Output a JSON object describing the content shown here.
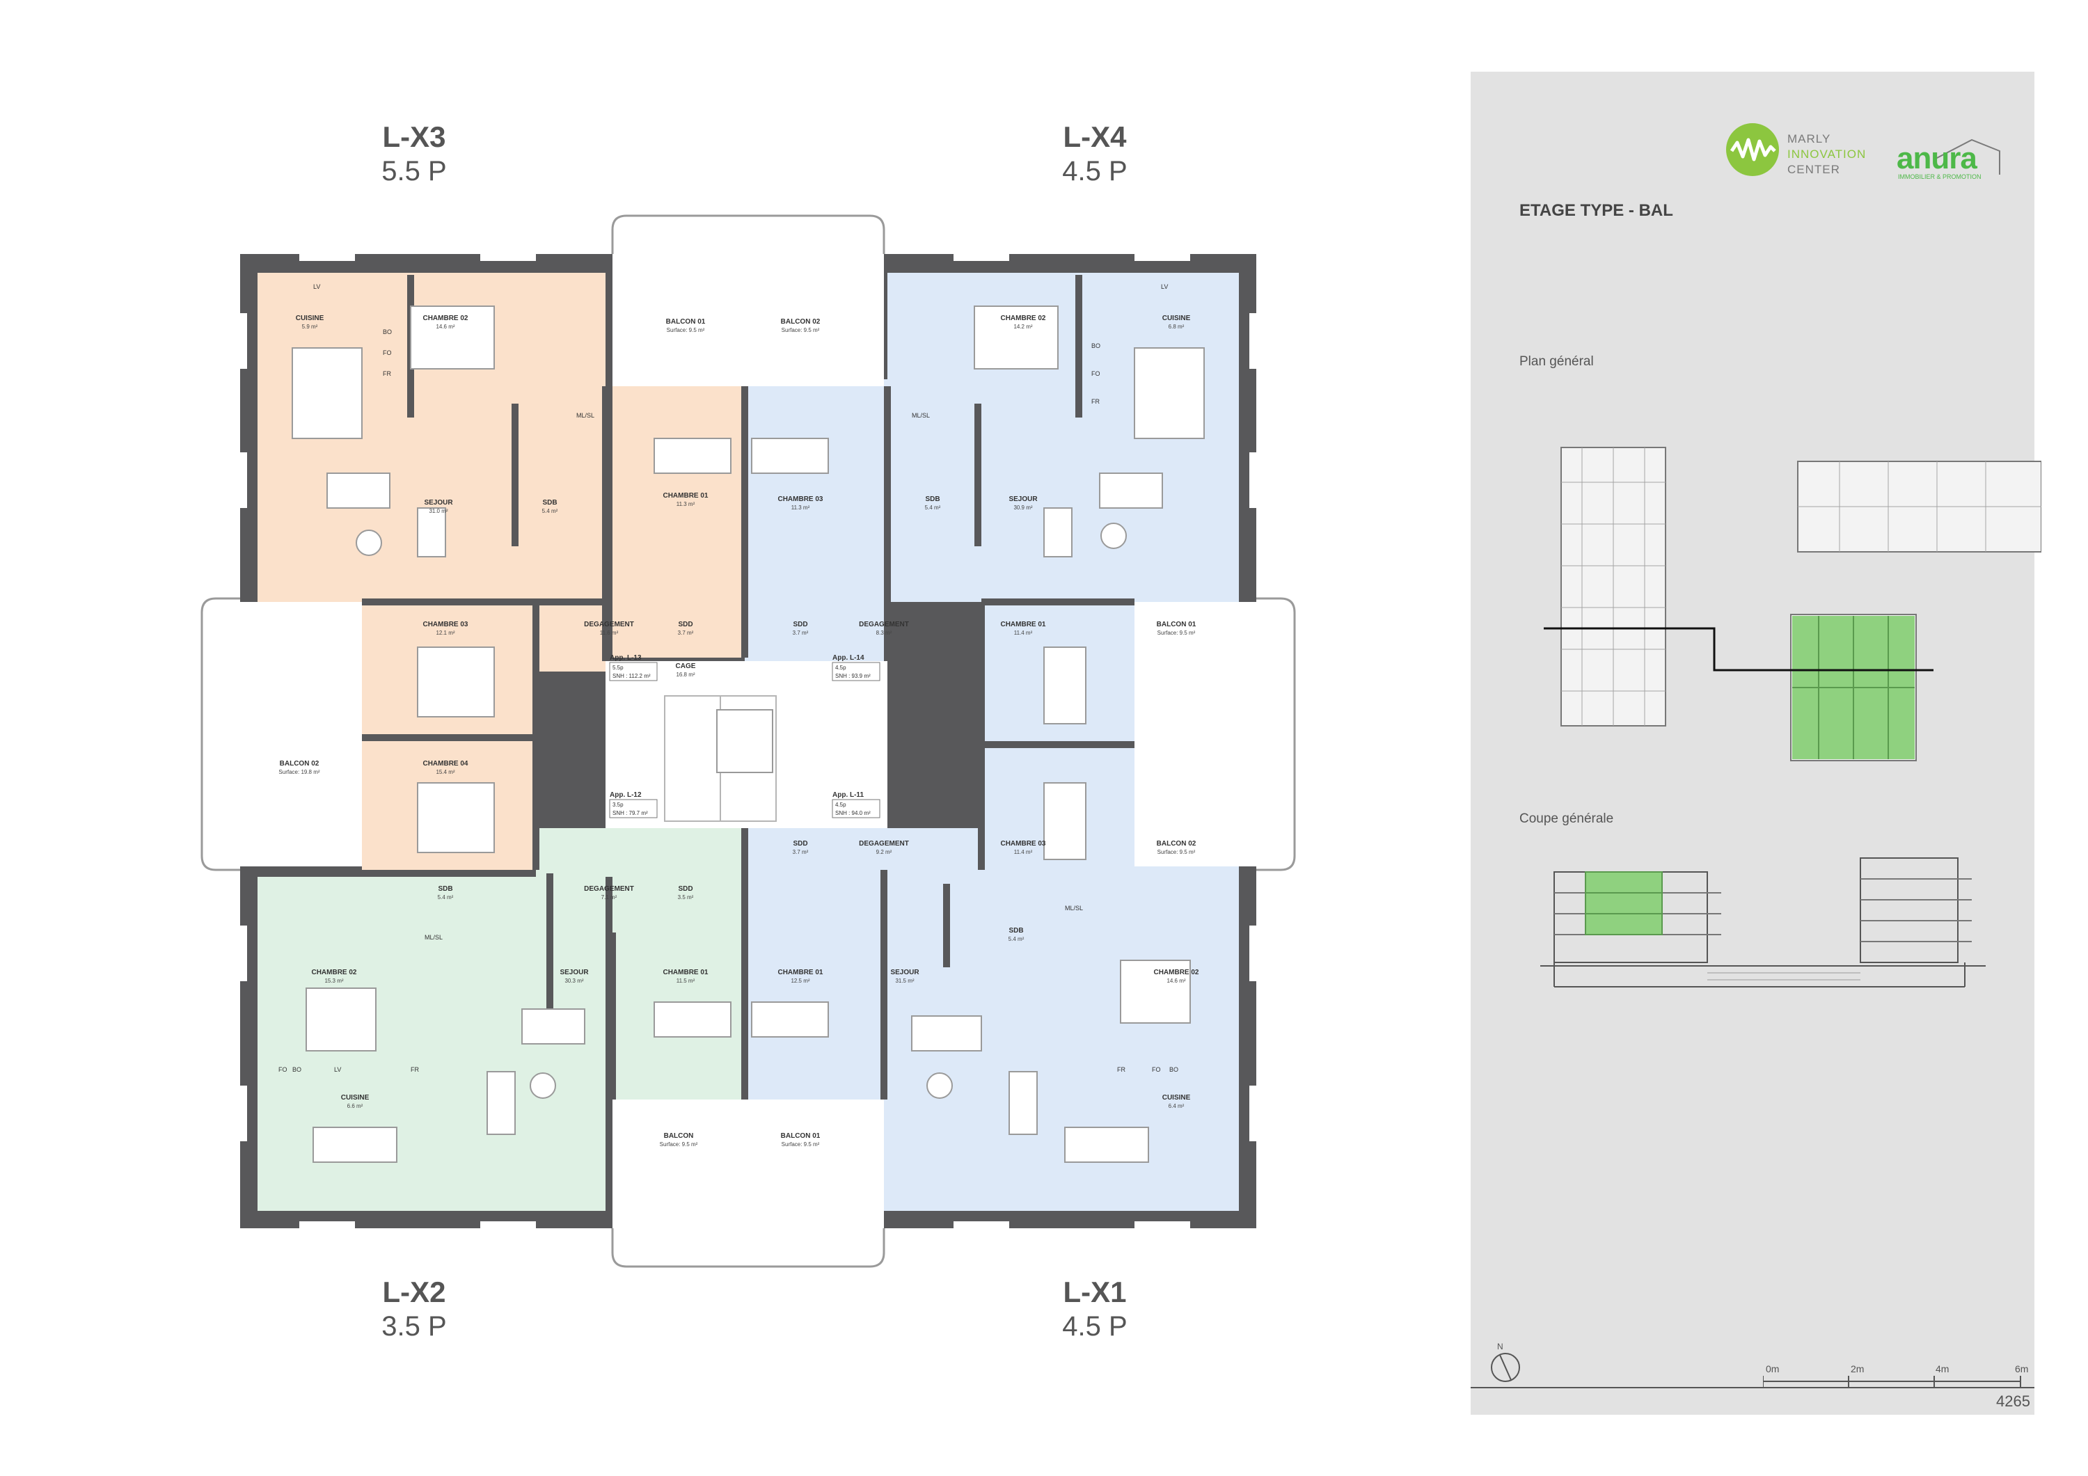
{
  "units": [
    {
      "code": "L-X3",
      "size": "5.5 P"
    },
    {
      "code": "L-X4",
      "size": "4.5 P"
    },
    {
      "code": "L-X2",
      "size": "3.5 P"
    },
    {
      "code": "L-X1",
      "size": "4.5 P"
    }
  ],
  "sidebar": {
    "logo_lines": [
      "MARLY",
      "INNOVATION",
      "CENTER"
    ],
    "brand": "anura",
    "brand_tagline": "IMMOBILIER & PROMOTION",
    "title": "ETAGE TYPE - BAL",
    "plan_label": "Plan général",
    "section_label": "Coupe générale",
    "north": "N",
    "scale": [
      "0m",
      "2m",
      "4m",
      "6m"
    ],
    "page_number": "4265"
  },
  "colors": {
    "x3": "#fbe1cb",
    "x4": "#dde9f8",
    "x2": "#dff1e4",
    "x1": "#dde9f8",
    "wall": "#58585a",
    "highlight": "#8fd17f",
    "panel": "#e2e2e2"
  },
  "rooms": [
    {
      "name": "CUISINE",
      "area": "5.9 m²"
    },
    {
      "name": "CHAMBRE 02",
      "area": "14.6 m²"
    },
    {
      "name": "SEJOUR",
      "area": "31.0 m²"
    },
    {
      "name": "SDB",
      "area": "5.4 m²"
    },
    {
      "name": "CHAMBRE 01",
      "area": "11.3 m²"
    },
    {
      "name": "CHAMBRE 03",
      "area": "12.1 m²"
    },
    {
      "name": "DEGAGEMENT",
      "area": "11.6 m²"
    },
    {
      "name": "SDD",
      "area": "3.7 m²"
    },
    {
      "name": "CHAMBRE 04",
      "area": "15.4 m²"
    },
    {
      "name": "BALCON 02",
      "area": "Surface: 19.8 m²"
    },
    {
      "name": "BALCON 01",
      "area": "Surface: 9.5 m²"
    },
    {
      "name": "BALCON 02",
      "area": "Surface: 9.5 m²"
    },
    {
      "name": "CHAMBRE 03",
      "area": "11.3 m²"
    },
    {
      "name": "SDD",
      "area": "3.7 m²"
    },
    {
      "name": "DEGAGEMENT",
      "area": "8.3 m²"
    },
    {
      "name": "CHAMBRE 02",
      "area": "14.2 m²"
    },
    {
      "name": "CUISINE",
      "area": "6.8 m²"
    },
    {
      "name": "SDB",
      "area": "5.4 m²"
    },
    {
      "name": "SEJOUR",
      "area": "30.9 m²"
    },
    {
      "name": "CHAMBRE 01",
      "area": "11.4 m²"
    },
    {
      "name": "BALCON 01",
      "area": "Surface: 9.5 m²"
    },
    {
      "name": "CAGE",
      "area": "16.8 m²"
    },
    {
      "name": "SDD",
      "area": "3.7 m²"
    },
    {
      "name": "DEGAGEMENT",
      "area": "9.2 m²"
    },
    {
      "name": "CHAMBRE 03",
      "area": "11.4 m²"
    },
    {
      "name": "BALCON 02",
      "area": "Surface: 9.5 m²"
    },
    {
      "name": "SDB",
      "area": "5.4 m²"
    },
    {
      "name": "CHAMBRE 01",
      "area": "12.5 m²"
    },
    {
      "name": "SEJOUR",
      "area": "31.5 m²"
    },
    {
      "name": "CHAMBRE 02",
      "area": "14.6 m²"
    },
    {
      "name": "CUISINE",
      "area": "6.4 m²"
    },
    {
      "name": "BALCON 01",
      "area": "Surface: 9.5 m²"
    },
    {
      "name": "SDB",
      "area": "5.4 m²"
    },
    {
      "name": "DEGAGEMENT",
      "area": "7.1 m²"
    },
    {
      "name": "SDD",
      "area": "3.5 m²"
    },
    {
      "name": "CHAMBRE 02",
      "area": "15.3 m²"
    },
    {
      "name": "SEJOUR",
      "area": "30.3 m²"
    },
    {
      "name": "CHAMBRE 01",
      "area": "11.5 m²"
    },
    {
      "name": "CUISINE",
      "area": "6.6 m²"
    },
    {
      "name": "BALCON",
      "area": "Surface: 9.5 m²"
    }
  ],
  "apartments": [
    {
      "title": "App. L-13",
      "rooms": "5.5p",
      "snh": "SNH : 112.2 m²"
    },
    {
      "title": "App. L-14",
      "rooms": "4.5p",
      "snh": "SNH : 93.9 m²"
    },
    {
      "title": "App. L-12",
      "rooms": "3.5p",
      "snh": "SNH : 79.7 m²"
    },
    {
      "title": "App. L-11",
      "rooms": "4.5p",
      "snh": "SNH : 94.0 m²"
    }
  ],
  "fixtures": [
    "LV",
    "BO",
    "FO",
    "FR",
    "ML/SL",
    "LV",
    "BO",
    "FO",
    "FR",
    "ML/SL",
    "ML/SL",
    "FR",
    "FO",
    "BO",
    "ML/SL",
    "FO",
    "BO",
    "LV",
    "FR"
  ]
}
